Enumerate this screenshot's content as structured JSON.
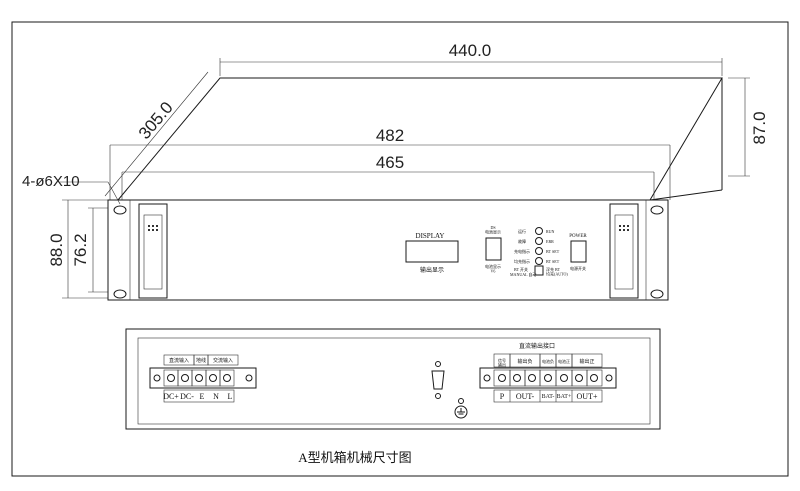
{
  "dimensions": {
    "depth": "305.0",
    "width_top": "440.0",
    "height_side": "87.0",
    "width_total": "482",
    "width_inner": "465",
    "holes": "4-ø6X10",
    "height_front": "88.0",
    "height_inner": "76.2"
  },
  "front_panel": {
    "display_title": "DISPLAY",
    "display_caption": "输出显示",
    "switch_top": "DS\n电池显示",
    "switch_bottom": "电池显示\nV6",
    "indicators_left": [
      "运行",
      "故障",
      "充电指示",
      "均充指示",
      "BT 开关"
    ],
    "indicators_right": [
      "RUN",
      "ERR",
      "BT SET",
      "BT SET"
    ],
    "mode_label": "MANUAL 自动",
    "auto_label": "浮充 BT\n均充(AUTO)",
    "power_label": "POWER",
    "power_caption": "电源开关"
  },
  "rear_panel": {
    "input_groups": [
      "直流输入",
      "地线",
      "交流输入"
    ],
    "input_terminals": [
      "DC+",
      "DC-",
      "E",
      "N",
      "L"
    ],
    "output_title": "直流输出接口",
    "output_groups": [
      "信号\n输出",
      "输出负",
      "电池负",
      "电池正",
      "输出正"
    ],
    "output_terminals": [
      "P",
      "OUT-",
      "BAT-",
      "BAT+",
      "OUT+"
    ]
  },
  "caption": "A型机箱机械尺寸图"
}
